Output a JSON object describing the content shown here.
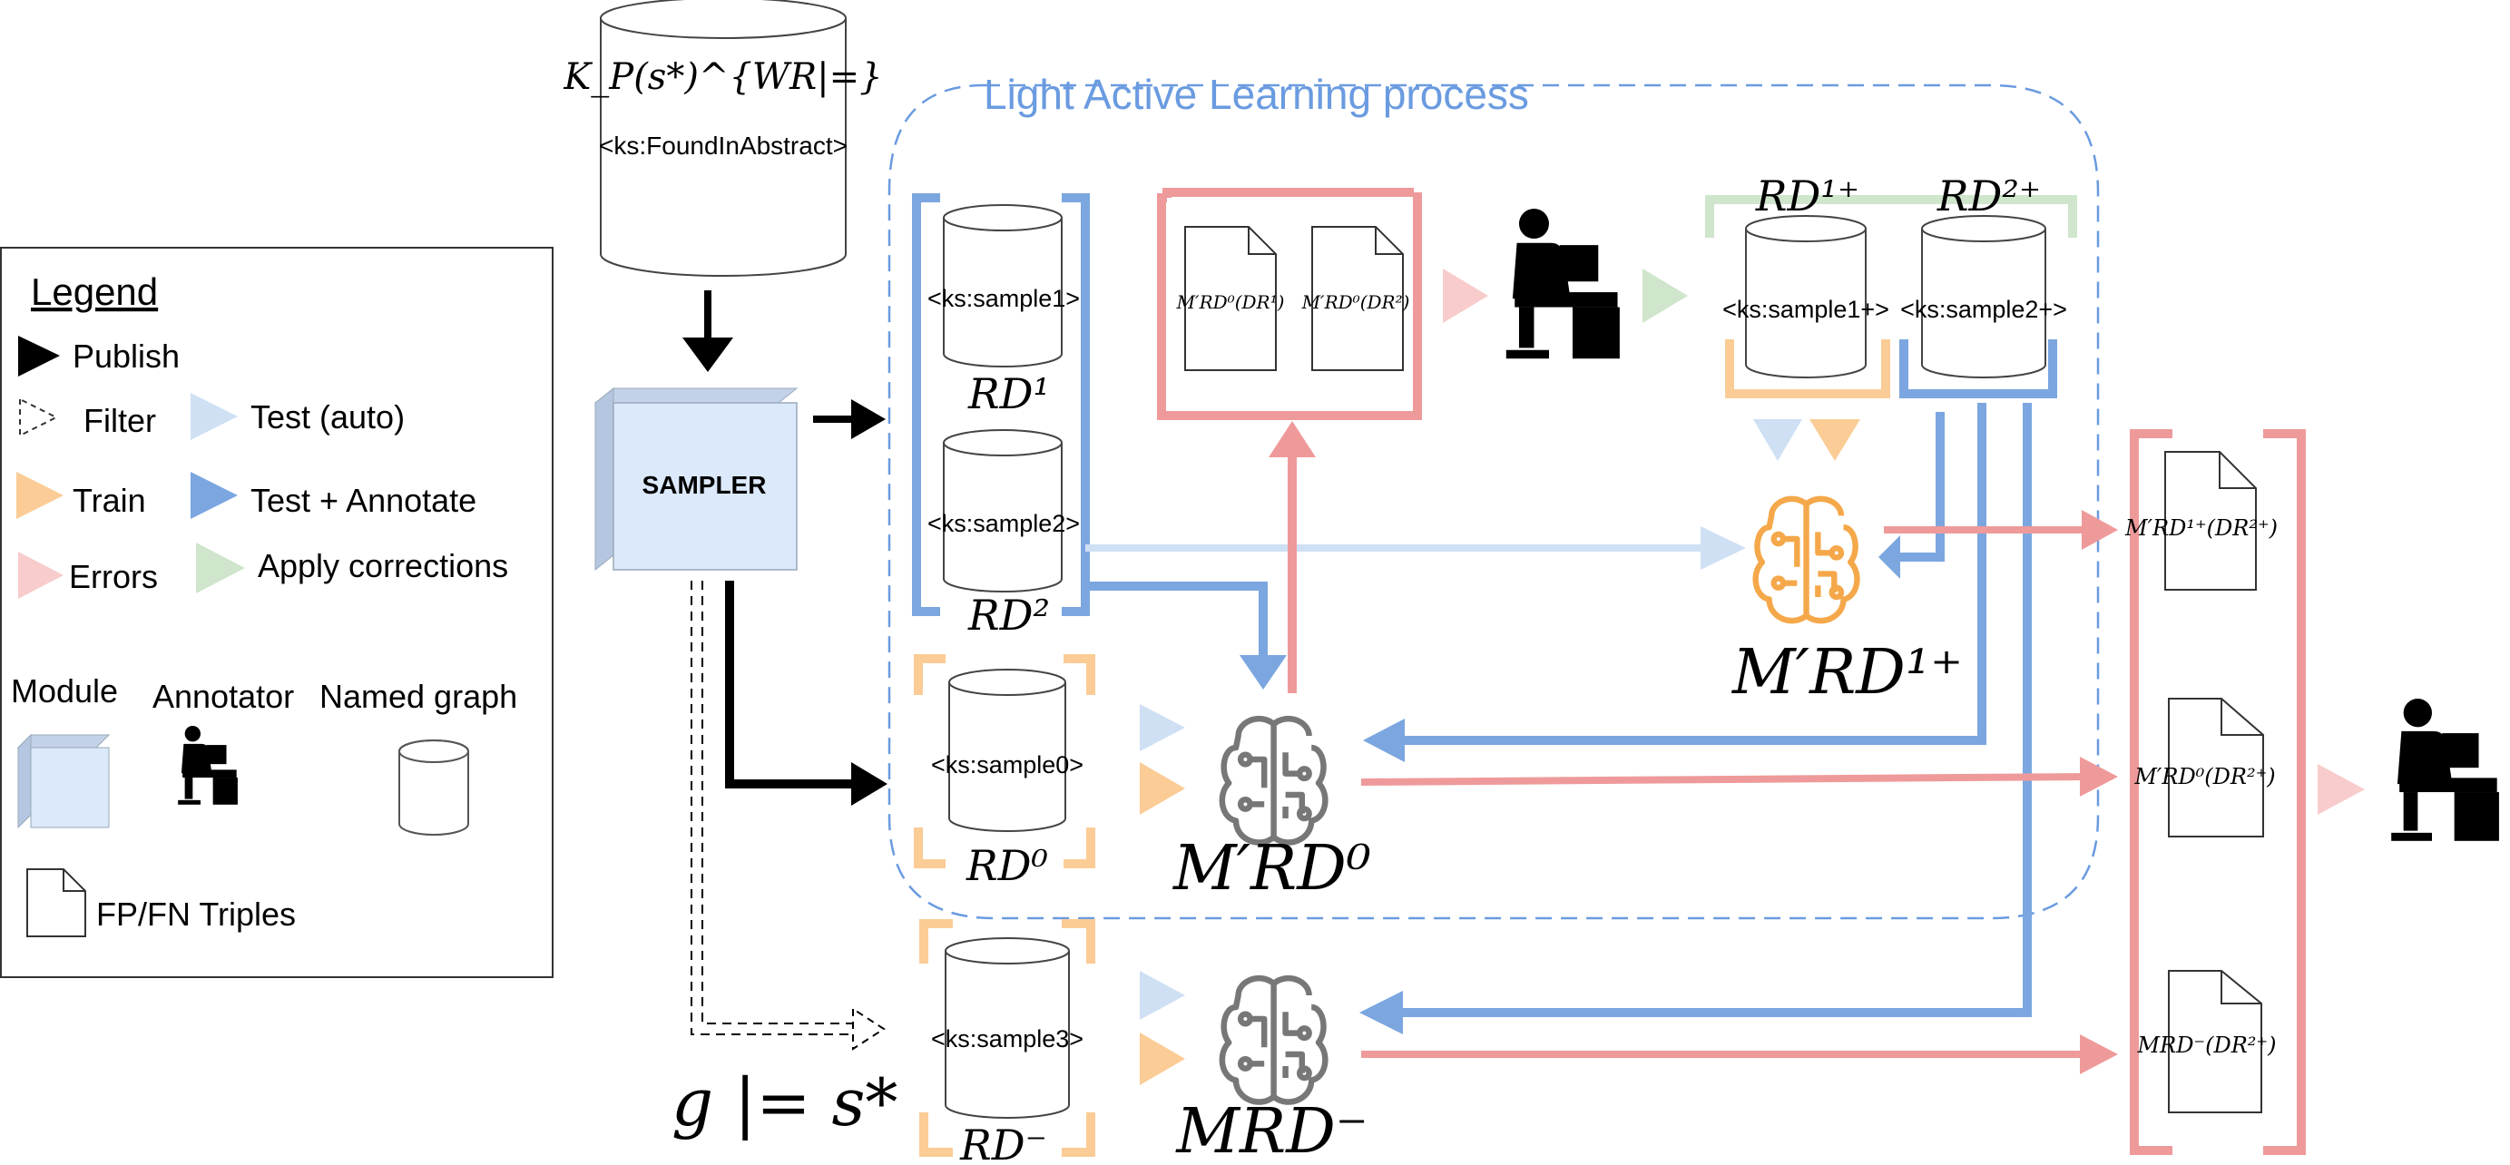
{
  "legend": {
    "title": "Legend",
    "items": [
      {
        "label": "Publish"
      },
      {
        "label": "Filter"
      },
      {
        "label": "Test (auto)"
      },
      {
        "label": "Train"
      },
      {
        "label": "Test + Annotate"
      },
      {
        "label": "Errors"
      },
      {
        "label": "Apply corrections"
      }
    ],
    "module_label": "Module",
    "annotator_label": "Annotator",
    "named_graph_label": "Named graph",
    "triples_label": "FP/FN Triples"
  },
  "process_title": "Light Active Learning process",
  "source_graph": {
    "math_label": "K_P(s*)^{WR|=}",
    "label": "<ks:FoundInAbstract>"
  },
  "sampler_label": "SAMPLER",
  "samples": {
    "s1": "<ks:sample1>",
    "s2": "<ks:sample2>",
    "s0": "<ks:sample0>",
    "s3": "<ks:sample3>",
    "s1p": "<ks:sample1+>",
    "s2p": "<ks:sample2+>"
  },
  "sets": {
    "rd1": "RD¹",
    "rd2": "RD²",
    "rd0": "RD⁰",
    "rdm": "RD⁻",
    "rd1p": "RD¹⁺",
    "rd2p": "RD²⁺"
  },
  "docs": {
    "d1": "M′RD⁰(DR¹)",
    "d2": "M′RD⁰(DR²)",
    "r1": "M′RD¹⁺(DR²⁺)",
    "r2": "M′RD⁰(DR²⁺)",
    "r3": "MRD⁻(DR²⁺)"
  },
  "models": {
    "m_rd1p": "M′RD¹⁺",
    "m_rd0": "M′RD⁰",
    "m_rdm": "MRD⁻"
  },
  "filter_label": "g |= s*",
  "colors": {
    "blue": "#7ba6e0",
    "light_blue": "#cfe0f4",
    "orange": "#fbcc96",
    "red": "#ef9a9a",
    "light_red": "#f8cccc",
    "green": "#cfe5cc",
    "dashed_blue": "#6a9be0",
    "sampler_fill": "#dce9fa",
    "brain_grey": "#777777",
    "brain_orange": "#f5a84a"
  }
}
